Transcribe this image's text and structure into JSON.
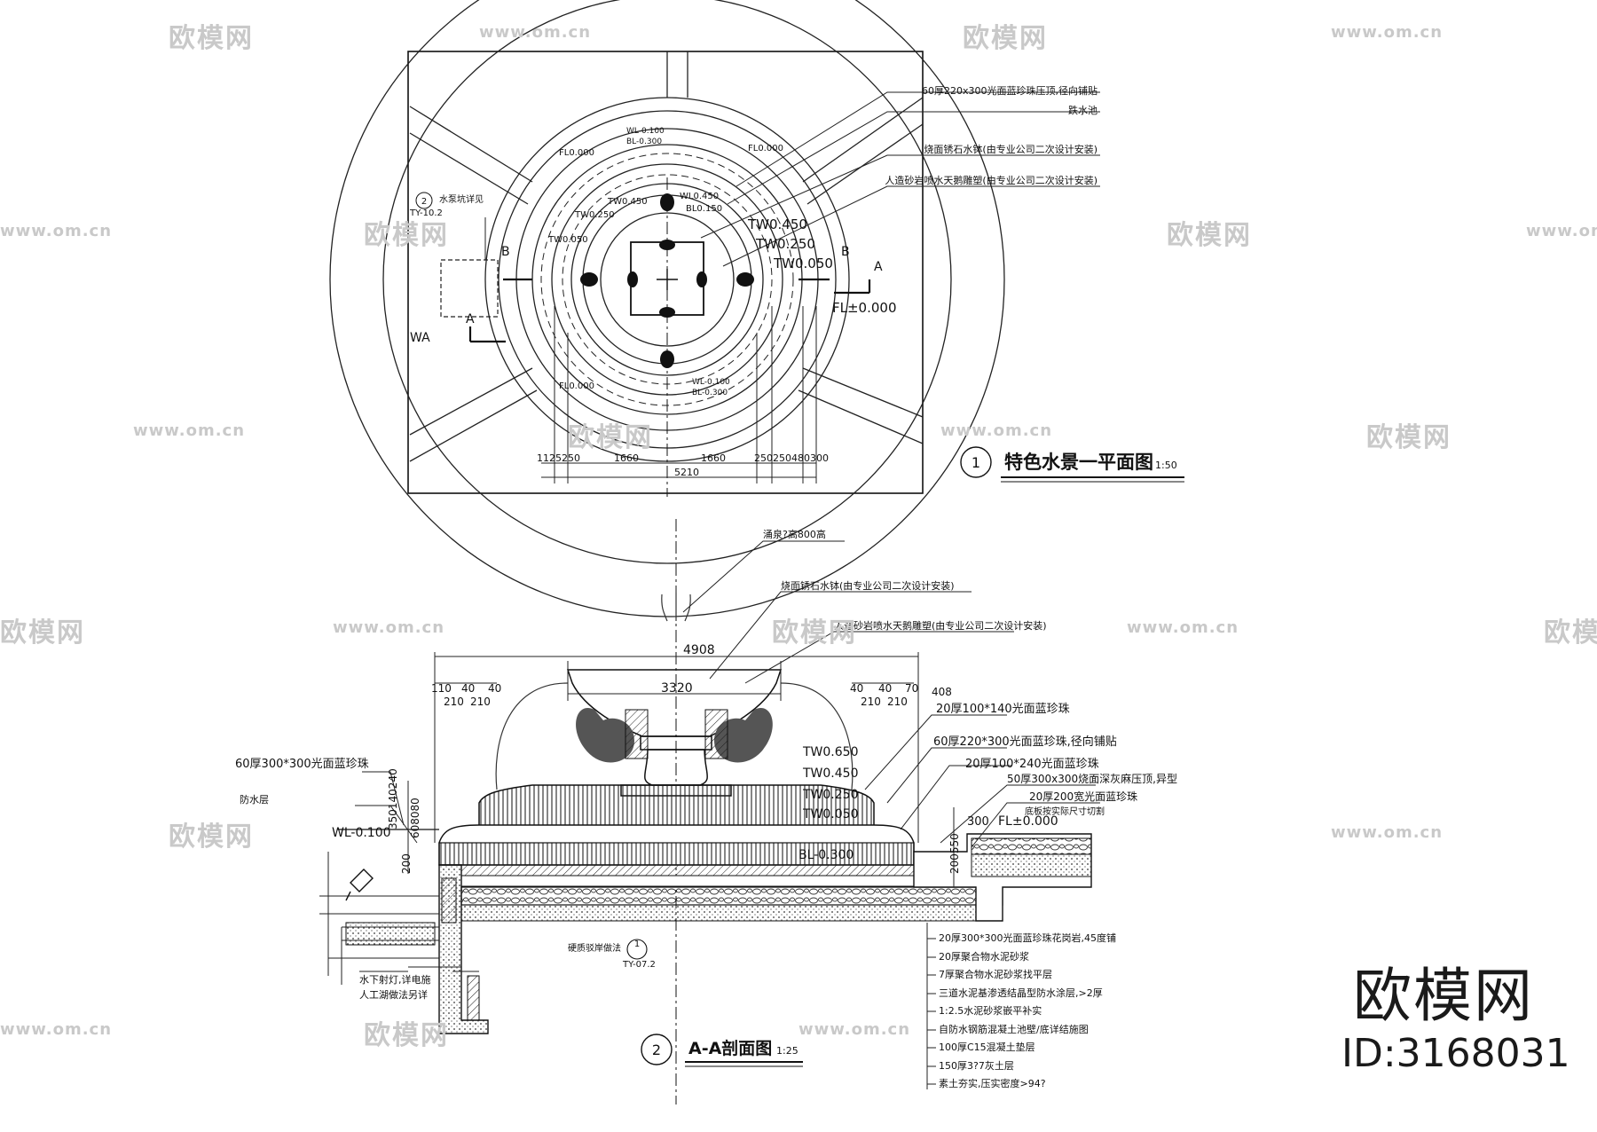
{
  "watermark": {
    "brand": "欧模网",
    "url": "www.om.cn",
    "corner_brand": "欧模网",
    "corner_id": "ID:3168031"
  },
  "plan": {
    "title_num": "1",
    "title": "特色水景一平面图",
    "scale": "1:50",
    "notes": [
      "60厚220x300光面蓝珍珠压顶,径向铺贴",
      "跌水池",
      "烧面锈石水钵(由专业公司二次设计安装)",
      "人造砂岩喷水天鹅雕塑(由专业公司二次设计安装)"
    ],
    "levels": {
      "tw450": "TW0.450",
      "tw250": "TW0.250",
      "tw050": "TW0.050",
      "fl000": "FL±0.000",
      "fl000_small": "FL0.000",
      "fl000_left": "FL0.000",
      "fl000_bottom": "FL0.000",
      "wl_top": "WL-0.100",
      "bl_top": "BL-0.300",
      "tw450_small": "TW0.450",
      "tw250_small": "TW0.250",
      "tw050_small": "TW0.050",
      "wl_mid": "WL0.450",
      "bl_mid": "BL0.150",
      "wl_bot": "WL-0.100",
      "bl_bot": "BL-0.300"
    },
    "refs": {
      "ref_num": "2",
      "ref_text": "水泵坑详见",
      "ref_code": "TY-10.2",
      "sec_b": "B",
      "sec_a": "A",
      "wa": "WA"
    },
    "dims": [
      "1125250",
      "1660",
      "1660",
      "250250480300",
      "5210"
    ]
  },
  "section": {
    "title_num": "2",
    "title": "A-A剖面图",
    "scale": "1:25",
    "top_notes": [
      "涌泉?高800高",
      "烧面锈石水钵(由专业公司二次设计安装)",
      "人造砂岩喷水天鹅雕塑(由专业公司二次设计安装)"
    ],
    "dims_top": {
      "overall": "4908",
      "inner": "3320",
      "left_a": "110",
      "left_b": "40",
      "left_c": "40",
      "left_d": "210",
      "left_e": "210",
      "right_a": "40",
      "right_b": "40",
      "right_c": "70",
      "right_d": "408",
      "right_e": "210",
      "right_f": "210",
      "left_vert": "350140240",
      "left_vert2": "608080",
      "left_vert3": "200",
      "right_vert": "200550",
      "step": "300"
    },
    "right_notes": [
      "20厚100*140光面蓝珍珠",
      "60厚220*300光面蓝珍珠,径向铺贴",
      "20厚100*240光面蓝珍珠",
      "50厚300x300烧面深灰麻压顶,异型",
      "20厚200宽光面蓝珍珠",
      "底板按实际尺寸切割"
    ],
    "left_notes": [
      "60厚300*300光面蓝珍珠",
      "防水层"
    ],
    "levels": {
      "tw650": "TW0.650",
      "tw450": "TW0.450",
      "tw250": "TW0.250",
      "tw050": "TW0.050",
      "bl": "BL-0.300",
      "wl": "WL-0.100",
      "fl": "FL±0.000"
    },
    "bottom_left": {
      "detail_note": "硬质驳岸做法",
      "detail_num": "1",
      "detail_code": "TY-07.2",
      "light_1": "水下射灯,详电施",
      "light_2": "人工湖做法另详"
    },
    "layers": [
      "20厚300*300光面蓝珍珠花岗岩,45度铺",
      "20厚聚合物水泥砂浆",
      "7厚聚合物水泥砂浆找平层",
      "三道水泥基渗透结晶型防水涂层,>2厚",
      "1:2.5水泥砂浆嵌平补实",
      "自防水钢筋混凝土池壁/底详结施图",
      "100厚C15混凝土垫层",
      "150厚3?7灰土层",
      "素土夯实,压实密度>94?"
    ]
  }
}
